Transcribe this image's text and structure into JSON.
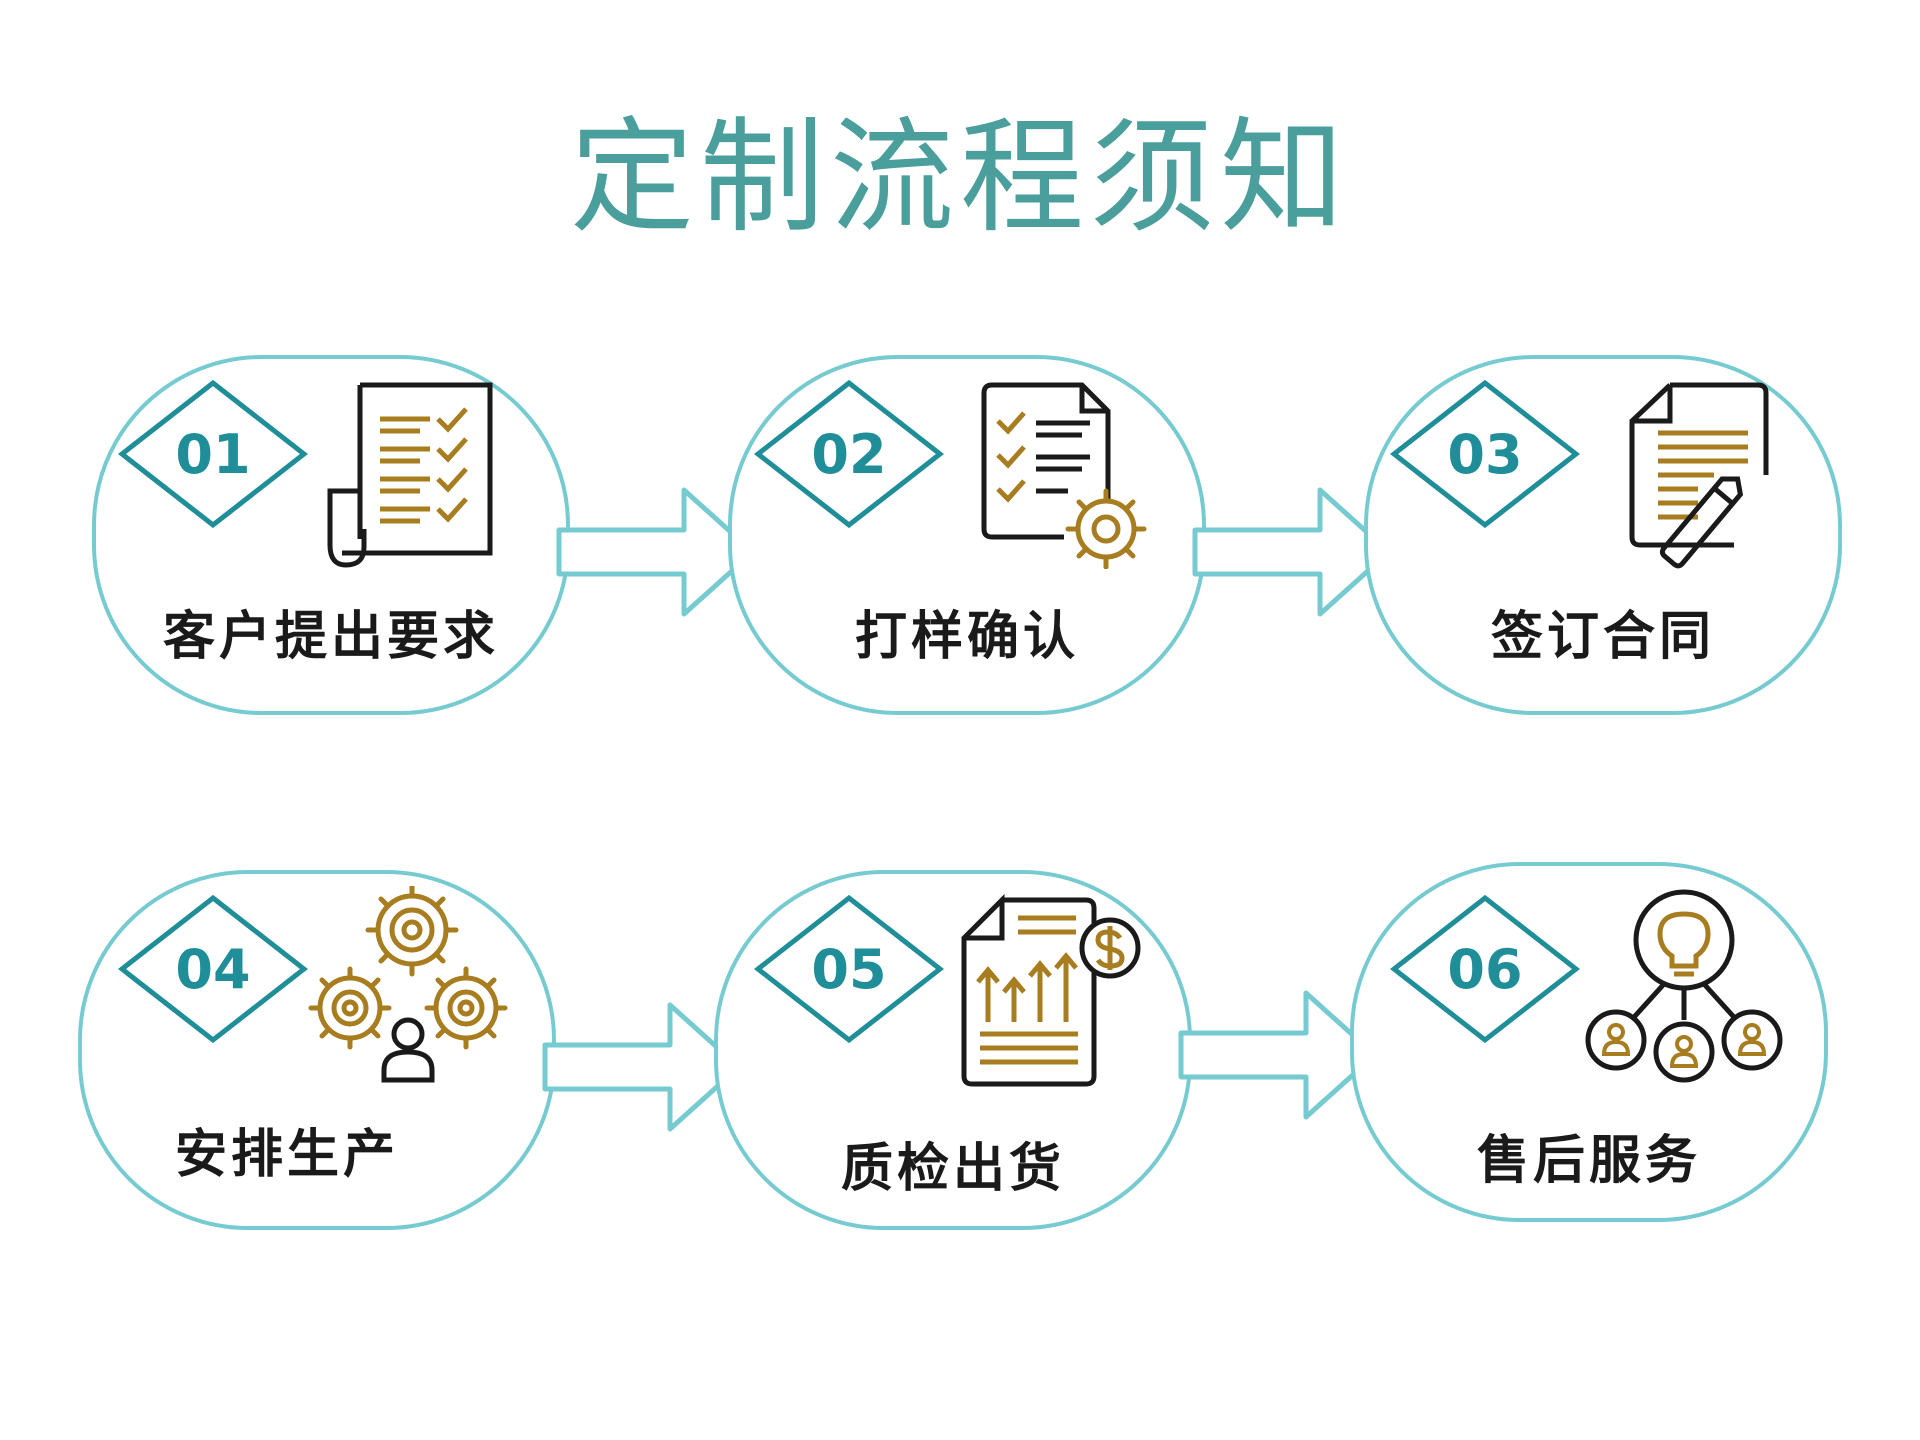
{
  "title": "定制流程须知",
  "colors": {
    "title": "#4a9e9b",
    "outline": "#76cbd1",
    "badge_number": "#1f8e98",
    "icon_gold": "#a77d1f",
    "icon_dark": "#1a1a1a"
  },
  "steps": [
    {
      "number": "01",
      "label": "客户提出要求",
      "icon": "checklist-document-icon"
    },
    {
      "number": "02",
      "label": "打样确认",
      "icon": "checklist-gear-icon"
    },
    {
      "number": "03",
      "label": "签订合同",
      "icon": "contract-pen-icon"
    },
    {
      "number": "04",
      "label": "安排生产",
      "icon": "gears-worker-icon"
    },
    {
      "number": "05",
      "label": "质检出货",
      "icon": "invoice-dollar-icon"
    },
    {
      "number": "06",
      "label": "售后服务",
      "icon": "lightbulb-network-icon"
    }
  ]
}
